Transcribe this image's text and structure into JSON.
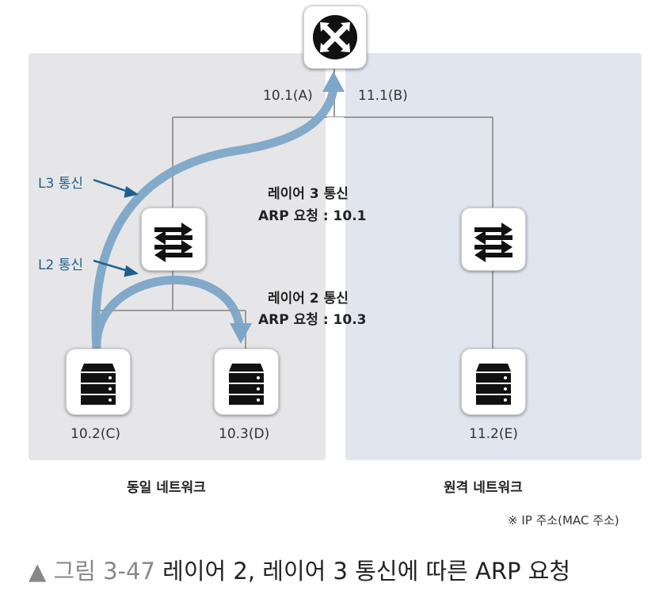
{
  "labels": {
    "router_left_ip": "10.1(A)",
    "router_right_ip": "11.1(B)",
    "l3_label": "L3 통신",
    "l2_label": "L2 통신",
    "layer3_title": "레이어 3 통신",
    "layer3_arp": "ARP 요청 : 10.1",
    "layer2_title": "레이어 2 통신",
    "layer2_arp": "ARP 요청 : 10.3",
    "host_c_ip": "10.2(C)",
    "host_d_ip": "10.3(D)",
    "host_e_ip": "11.2(E)",
    "same_network": "동일 네트워크",
    "remote_network": "원격 네트워크",
    "note": "※ IP 주소(MAC 주소)"
  },
  "caption": {
    "prefix": "▲ 그림 3-47",
    "text": "레이어 2, 레이어 3 통신에 따른 ARP 요청"
  },
  "colors": {
    "same_network_bg": "#e6e6e8",
    "remote_network_bg": "#e1e5ee",
    "link_line": "#9a9a9a",
    "arrow": "#7ea6c8",
    "pointer": "#1f5f8f"
  },
  "icons": {
    "router": "router-icon",
    "switch": "switch-icon",
    "server": "server-icon"
  }
}
